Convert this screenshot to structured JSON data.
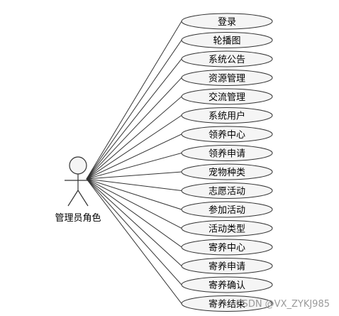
{
  "actor": {
    "label": "管理员角色"
  },
  "use_cases": [
    {
      "label": "登录"
    },
    {
      "label": "轮播图"
    },
    {
      "label": "系统公告"
    },
    {
      "label": "资源管理"
    },
    {
      "label": "交流管理"
    },
    {
      "label": "系统用户"
    },
    {
      "label": "领养中心"
    },
    {
      "label": "领养申请"
    },
    {
      "label": "宠物种类"
    },
    {
      "label": "志愿活动"
    },
    {
      "label": "参加活动"
    },
    {
      "label": "活动类型"
    },
    {
      "label": "寄养中心"
    },
    {
      "label": "寄养申请"
    },
    {
      "label": "寄养确认"
    },
    {
      "label": "寄养结束"
    }
  ],
  "watermark": {
    "text": "CSDN @VX_ZYKJ985"
  },
  "colors": {
    "stroke": "#333333",
    "ellipse_fill": "#f5f5f5",
    "watermark": "#9a9a9a"
  }
}
